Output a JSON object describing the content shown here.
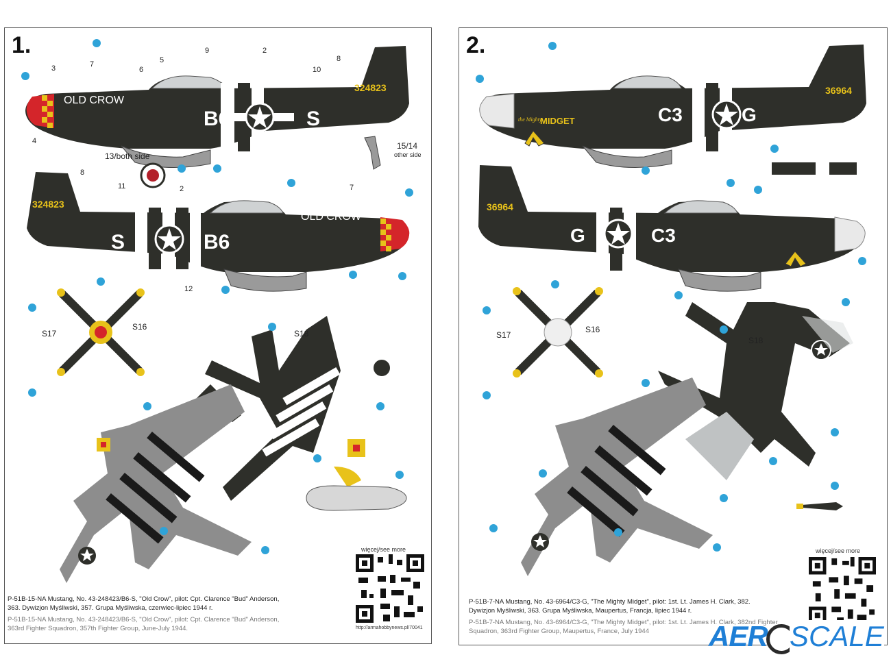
{
  "panel1": {
    "number": "1.",
    "aircraft_code": "324823",
    "name_art": "OLD CROW",
    "code_a": "B6",
    "code_b": "S",
    "note_13": "13/both side",
    "note_15": "15/14",
    "note_other": "other side",
    "stencils": [
      "S17",
      "S16",
      "S18"
    ],
    "callout_numbers_top": [
      "3",
      "7",
      "6",
      "5",
      "9",
      "2",
      "10",
      "8",
      "4"
    ],
    "callout_numbers_bottom": [
      "8",
      "11",
      "2",
      "7",
      "12"
    ],
    "caption_pl_1": "P-51B-15-NA Mustang, No. 43-248423/B6-S, \"Old Crow\", pilot: Cpt. Clarence \"Bud\" Anderson,",
    "caption_pl_2": "363. Dywizjon Myśliwski, 357. Grupa Myśliwska, czerwiec-lipiec 1944 r.",
    "caption_en_1": "P-51B-15-NA Mustang, No. 43-248423/B6-S, \"Old Crow\", pilot: Cpt. Clarence \"Bud\" Anderson,",
    "caption_en_2": "363rd Fighter Squadron, 357th Fighter Group, June-July 1944.",
    "more_label": "więcej/see more",
    "url": "http://armahobbynews.pl/70041"
  },
  "panel2": {
    "number": "2.",
    "aircraft_code": "36964",
    "name_art": "MIDGET",
    "name_prefix": "the Mighty",
    "code_a": "C3",
    "code_b": "G",
    "stencils": [
      "S17",
      "S16",
      "S18"
    ],
    "caption_pl_1": "P-51B-7-NA Mustang, No. 43-6964/C3-G, \"The Mighty Midget\", pilot: 1st. Lt. James H. Clark, 382.",
    "caption_pl_2": "Dywizjon Myśliwski, 363. Grupa Myśliwska, Maupertus, Francja, lipiec 1944 r.",
    "caption_en_1": "P-51B-7-NA Mustang, No. 43-6964/C3-G, \"The Mighty Midget\", pilot: 1st. Lt. James H. Clark, 382nd Fighter",
    "caption_en_2": "Squadron, 363rd Fighter Group, Maupertus, France, July 1944",
    "more_label": "więcej/see more"
  },
  "logo": {
    "left": "AER",
    "right": "SCALE"
  },
  "colors": {
    "olive": "#2e2f2a",
    "grey": "#8d8d8d",
    "red": "#d4252a",
    "yellow": "#e8c21a",
    "callout_blue": "#2fa3d8",
    "stencil_yellow": "#e3c72a"
  }
}
